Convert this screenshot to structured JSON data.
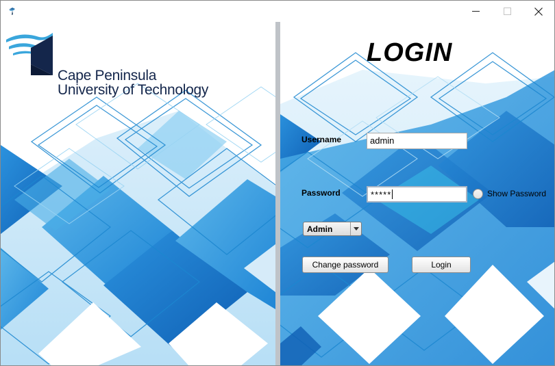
{
  "window": {
    "controls": {
      "minimize": "minimize-icon",
      "maximize": "maximize-icon",
      "close": "close-icon"
    }
  },
  "brand": {
    "line1": "Cape Peninsula",
    "line2": "University of Technology",
    "colors": {
      "navy": "#14264b",
      "wave": "#3aa6dc",
      "blue": "#1e88d8",
      "light_blue": "#7cc4ee"
    }
  },
  "login": {
    "title": "LOGIN",
    "username_label": "Username",
    "username_value": "admin",
    "password_label": "Password",
    "password_value": "*****",
    "show_password_label": "Show Password",
    "role_selected": "Admin",
    "change_password_button": "Change password",
    "login_button": "Login"
  }
}
